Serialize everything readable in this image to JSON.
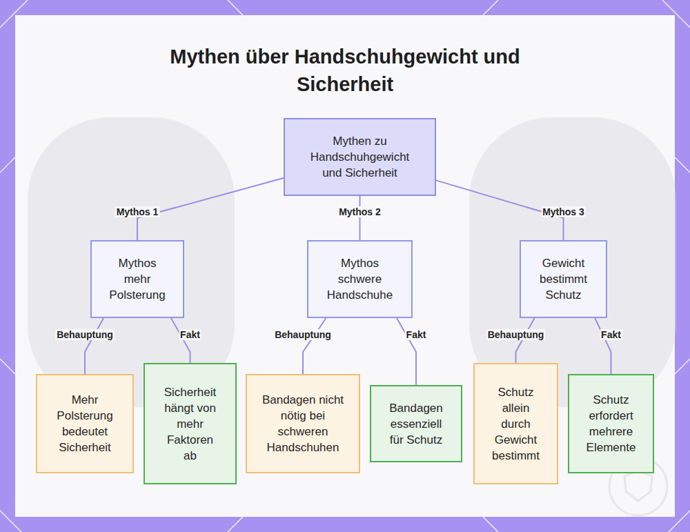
{
  "diagram": {
    "title": "Mythen über Handschuhgewicht und Sicherheit",
    "nodes": [
      {
        "text": [
          "Mythen zu Handschuhgewicht und Sicherheit"
        ]
      },
      {
        "text": [
          "Mythos mehr Polsterung"
        ]
      },
      {
        "text": [
          "Mythos schwere Handschuhe"
        ]
      },
      {
        "text": [
          "Gewicht bestimmt Schutz"
        ]
      },
      {
        "text": [
          "Mehr Polsterung bedeutet Sicherheit"
        ]
      },
      {
        "text": [
          "Sicherheit hängt von mehr Faktoren ab"
        ]
      },
      {
        "text": [
          "Bandagen nicht nötig bei schweren Handschuhen"
        ]
      },
      {
        "text": [
          "Bandagen essenziell für Schutz"
        ]
      },
      {
        "text": [
          "Schutz allein durch Gewicht bestimmt"
        ]
      },
      {
        "text": [
          "Schutz erfordert mehrere Elemente"
        ]
      }
    ],
    "edges": [
      {
        "from": 0,
        "to": 1,
        "label": "Mythos 1",
        "arrow": "none"
      },
      {
        "from": 0,
        "to": 2,
        "label": "Mythos 2",
        "arrow": "none"
      },
      {
        "from": 0,
        "to": 3,
        "label": "Mythos 3",
        "arrow": "none"
      },
      {
        "from": 1,
        "to": 4,
        "label": "Behauptung",
        "arrow": "none"
      },
      {
        "from": 1,
        "to": 5,
        "label": "Fakt",
        "arrow": "none"
      },
      {
        "from": 2,
        "to": 6,
        "label": "Behauptung",
        "arrow": "none"
      },
      {
        "from": 2,
        "to": 7,
        "label": "Fakt",
        "arrow": "none"
      },
      {
        "from": 3,
        "to": 8,
        "label": "Behauptung",
        "arrow": "none"
      },
      {
        "from": 3,
        "to": 9,
        "label": "Fakt",
        "arrow": "none"
      }
    ]
  }
}
